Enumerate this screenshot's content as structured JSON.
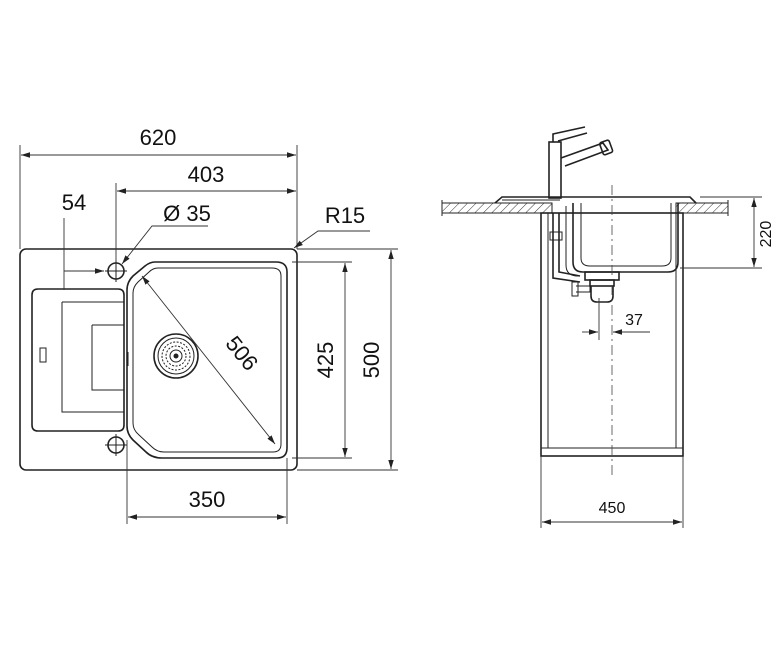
{
  "top_view": {
    "dim_620": "620",
    "dim_403": "403",
    "dim_54": "54",
    "dim_35": "Ø 35",
    "dim_r15": "R15",
    "dim_506": "506",
    "dim_425": "425",
    "dim_500": "500",
    "dim_350": "350"
  },
  "side_view": {
    "dim_220": "220",
    "dim_37": "37",
    "dim_450": "450"
  }
}
